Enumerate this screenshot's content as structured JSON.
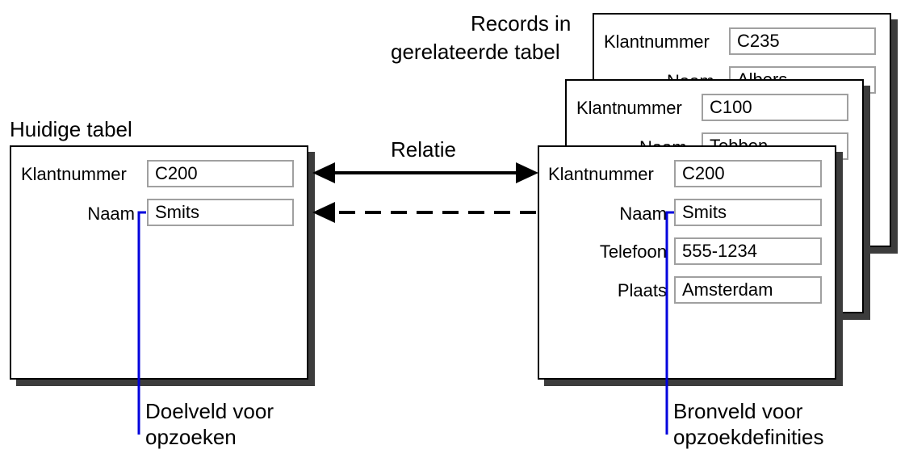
{
  "titles": {
    "current_table": "Huidige tabel",
    "related_line1": "Records in",
    "related_line2": "gerelateerde tabel",
    "relation": "Relatie"
  },
  "current_card": {
    "klant_label": "Klantnummer",
    "klant_value": "C200",
    "naam_label": "Naam",
    "naam_value": "Smits"
  },
  "related_back2": {
    "klant_label": "Klantnummer",
    "klant_value": "C235",
    "naam_label": "Naam",
    "naam_value": "Albers"
  },
  "related_back1": {
    "klant_label": "Klantnummer",
    "klant_value": "C100",
    "naam_label": "Naam",
    "naam_value": "Tebben"
  },
  "related_front": {
    "klant_label": "Klantnummer",
    "klant_value": "C200",
    "naam_label": "Naam",
    "naam_value": "Smits",
    "tel_label": "Telefoon",
    "tel_value": "555-1234",
    "plaats_label": "Plaats",
    "plaats_value": "Amsterdam"
  },
  "captions": {
    "target_line1": "Doelveld voor",
    "target_line2": "opzoeken",
    "source_line1": "Bronveld voor",
    "source_line2": "opzoekdefinities"
  },
  "colors": {
    "callout_line": "#0000dd",
    "shadow": "#3c3c3c",
    "field_border": "#a0a0a0"
  }
}
